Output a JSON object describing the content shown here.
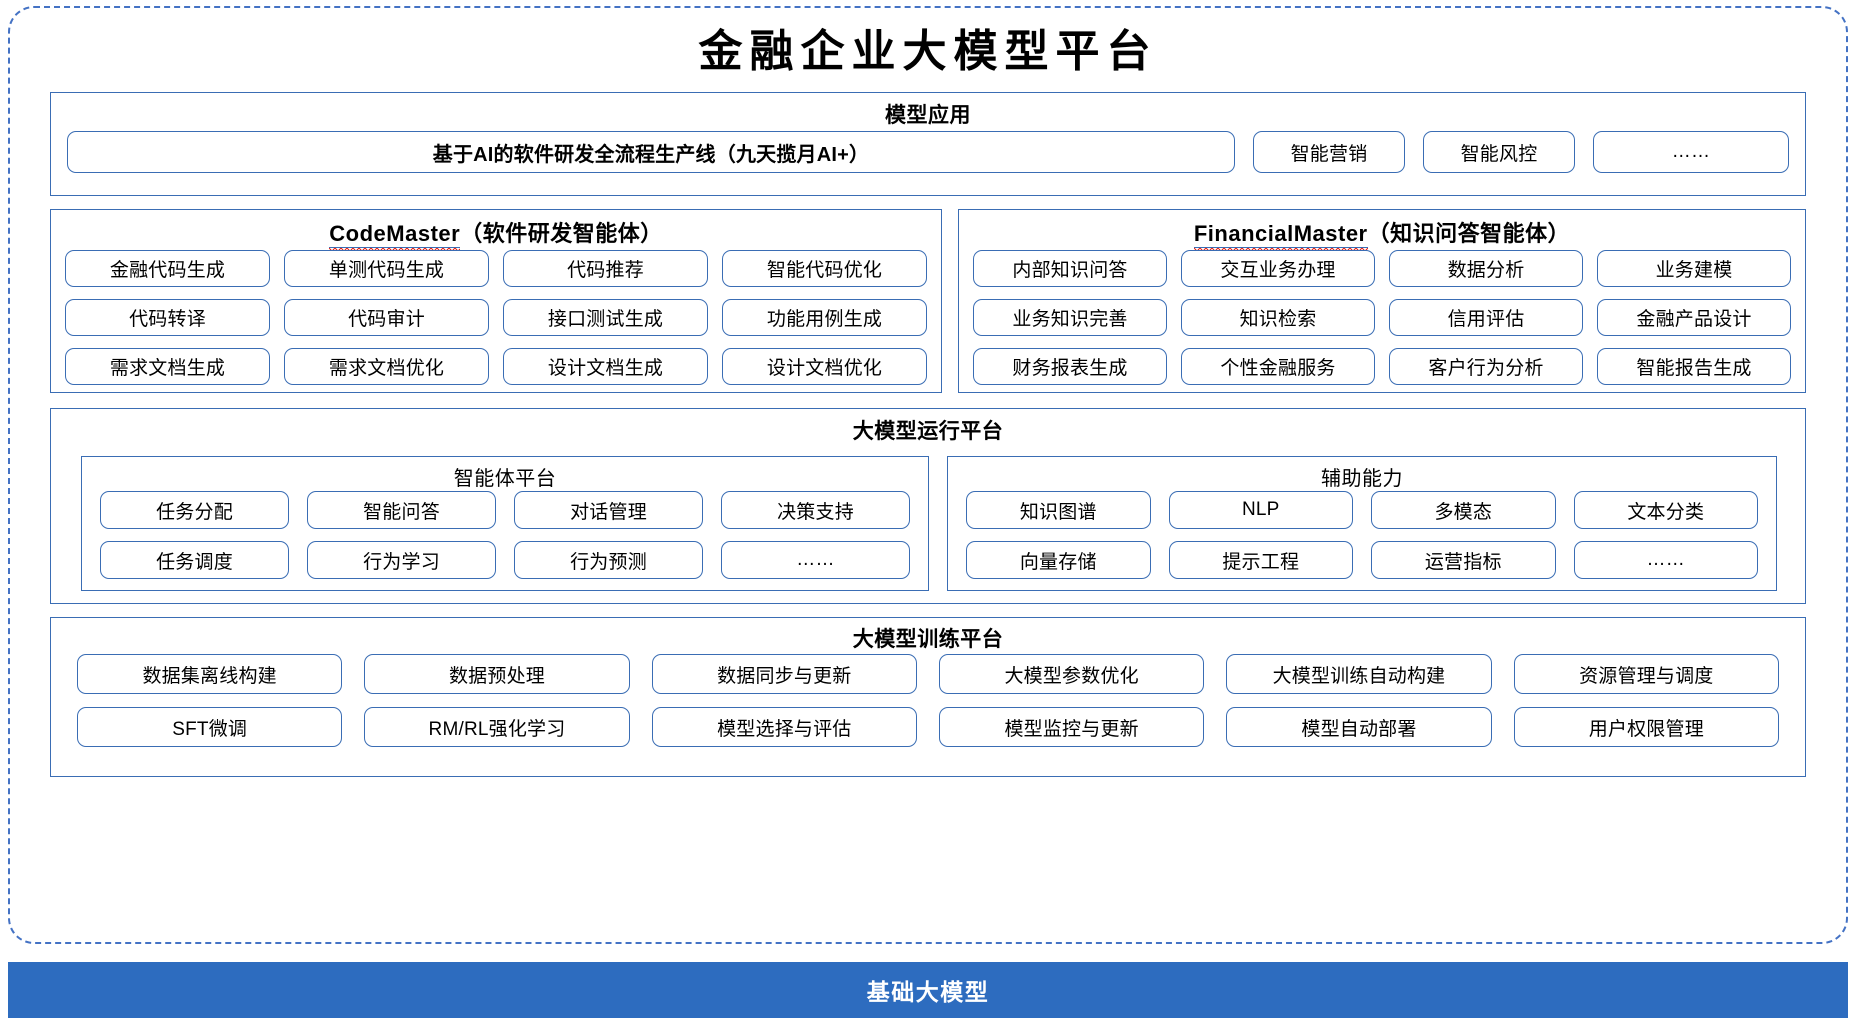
{
  "diagram": {
    "title": "金融企业大模型平台",
    "colors": {
      "frame_border": "#4472C4",
      "panel_border": "#3A6DB4",
      "chip_border": "#3A6DB4",
      "bottom_bar_bg": "#2D6CBF",
      "bottom_bar_text": "#FFFFFF",
      "spellcheck_underline": "#E8271B"
    }
  },
  "model_application": {
    "title": "模型应用",
    "hero_label": "基于AI的软件研发全流程生产线（九天揽月AI+）",
    "chips": [
      "智能营销",
      "智能风控",
      "……"
    ]
  },
  "code_master": {
    "name": "CodeMaster",
    "suffix": "（软件研发智能体）",
    "rows": [
      [
        "金融代码生成",
        "单测代码生成",
        "代码推荐",
        "智能代码优化"
      ],
      [
        "代码转译",
        "代码审计",
        "接口测试生成",
        "功能用例生成"
      ],
      [
        "需求文档生成",
        "需求文档优化",
        "设计文档生成",
        "设计文档优化"
      ]
    ]
  },
  "financial_master": {
    "name": "FinancialMaster",
    "suffix": "（知识问答智能体）",
    "rows": [
      [
        "内部知识问答",
        "交互业务办理",
        "数据分析",
        "业务建模"
      ],
      [
        "业务知识完善",
        "知识检索",
        "信用评估",
        "金融产品设计"
      ],
      [
        "财务报表生成",
        "个性金融服务",
        "客户行为分析",
        "智能报告生成"
      ]
    ]
  },
  "runtime_platform": {
    "title": "大模型运行平台",
    "agent_platform": {
      "title": "智能体平台",
      "rows": [
        [
          "任务分配",
          "智能问答",
          "对话管理",
          "决策支持"
        ],
        [
          "任务调度",
          "行为学习",
          "行为预测",
          "……"
        ]
      ]
    },
    "auxiliary_capability": {
      "title": "辅助能力",
      "rows": [
        [
          "知识图谱",
          "NLP",
          "多模态",
          "文本分类"
        ],
        [
          "向量存储",
          "提示工程",
          "运营指标",
          "……"
        ]
      ]
    }
  },
  "training_platform": {
    "title": "大模型训练平台",
    "rows": [
      [
        "数据集离线构建",
        "数据预处理",
        "数据同步与更新",
        "大模型参数优化",
        "大模型训练自动构建",
        "资源管理与调度"
      ],
      [
        "SFT微调",
        "RM/RL强化学习",
        "模型选择与评估",
        "模型监控与更新",
        "模型自动部署",
        "用户权限管理"
      ]
    ]
  },
  "foundation": {
    "label": "基础大模型"
  }
}
